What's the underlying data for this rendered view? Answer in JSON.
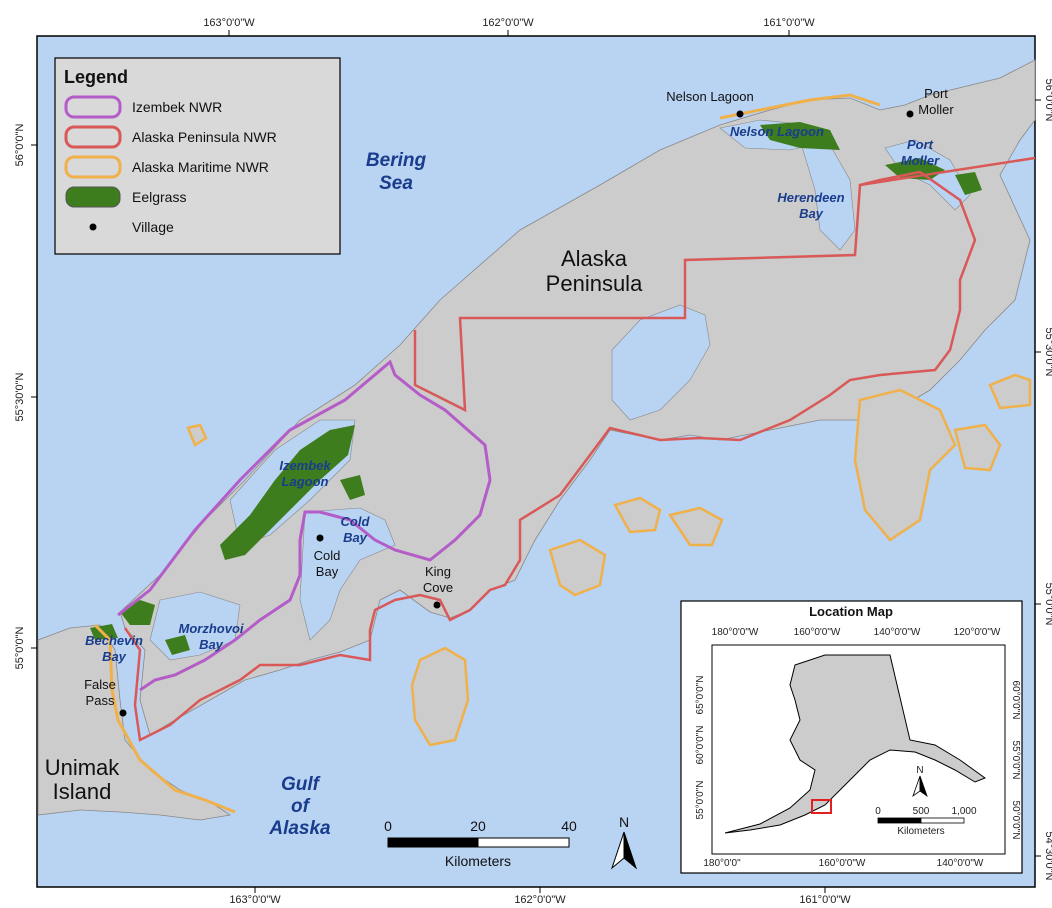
{
  "colors": {
    "water": "#b9d3f3",
    "land": "#cccccc",
    "izembek": "#b45cc7",
    "alaska_peninsula": "#d95858",
    "alaska_maritime": "#f0b04a",
    "eelgrass": "#3e7d1e",
    "water_label": "#1a3c8c"
  },
  "graticule": {
    "top_lon": [
      "163°0'0\"W",
      "162°0'0\"W",
      "161°0'0\"W"
    ],
    "bottom_lon": [
      "163°0'0\"W",
      "162°0'0\"W",
      "161°0'0\"W"
    ],
    "left_lat": [
      "56°0'0\"N",
      "55°30'0\"N",
      "55°0'0\"N"
    ],
    "right_lat": [
      "56°0'0\"N",
      "55°30'0\"N",
      "55°0'0\"N",
      "54°30'0\"N"
    ]
  },
  "legend": {
    "title": "Legend",
    "items": [
      {
        "label": "Izembek NWR",
        "type": "outline",
        "color": "#b45cc7"
      },
      {
        "label": "Alaska Peninsula NWR",
        "type": "outline",
        "color": "#d95858"
      },
      {
        "label": "Alaska Maritime NWR",
        "type": "outline",
        "color": "#f0b04a"
      },
      {
        "label": "Eelgrass",
        "type": "fill",
        "color": "#3e7d1e"
      },
      {
        "label": "Village",
        "type": "point",
        "color": "#000000"
      }
    ]
  },
  "labels": {
    "bering_sea_1": "Bering",
    "bering_sea_2": "Sea",
    "gulf_1": "Gulf",
    "gulf_2": "of",
    "gulf_3": "Alaska",
    "ak_pen_1": "Alaska",
    "ak_pen_2": "Peninsula",
    "unimak_1": "Unimak",
    "unimak_2": "Island",
    "nelson_lagoon_village": "Nelson Lagoon",
    "nelson_lagoon_water": "Nelson Lagoon",
    "port_moller_village_1": "Port",
    "port_moller_village_2": "Moller",
    "port_moller_water_1": "Port",
    "port_moller_water_2": "Moller",
    "herendeen_1": "Herendeen",
    "herendeen_2": "Bay",
    "izembek_1": "Izembek",
    "izembek_2": "Lagoon",
    "cold_bay_water_1": "Cold",
    "cold_bay_water_2": "Bay",
    "cold_bay_village_1": "Cold",
    "cold_bay_village_2": "Bay",
    "king_cove_1": "King",
    "king_cove_2": "Cove",
    "morzhovoi_1": "Morzhovoi",
    "morzhovoi_2": "Bay",
    "bechevin_1": "Bechevin",
    "bechevin_2": "Bay",
    "false_pass_1": "False",
    "false_pass_2": "Pass"
  },
  "scale_bar": {
    "ticks": [
      "0",
      "20",
      "40"
    ],
    "unit": "Kilometers"
  },
  "north_arrow": "N",
  "inset": {
    "title": "Location Map",
    "top_lon": [
      "180°0'0\"W",
      "160°0'0\"W",
      "140°0'0\"W",
      "120°0'0\"W"
    ],
    "bottom_lon": [
      "180°0'0\"",
      "160°0'0\"W",
      "140°0'0\"W"
    ],
    "left_lat": [
      "65°0'0\"N",
      "60°0'0\"N",
      "55°0'0\"N"
    ],
    "right_lat": [
      "60°0'0\"N",
      "55°0'0\"N",
      "50°0'0\"N"
    ],
    "scale_ticks": [
      "0",
      "500",
      "1,000"
    ],
    "scale_unit": "Kilometers",
    "north": "N"
  }
}
